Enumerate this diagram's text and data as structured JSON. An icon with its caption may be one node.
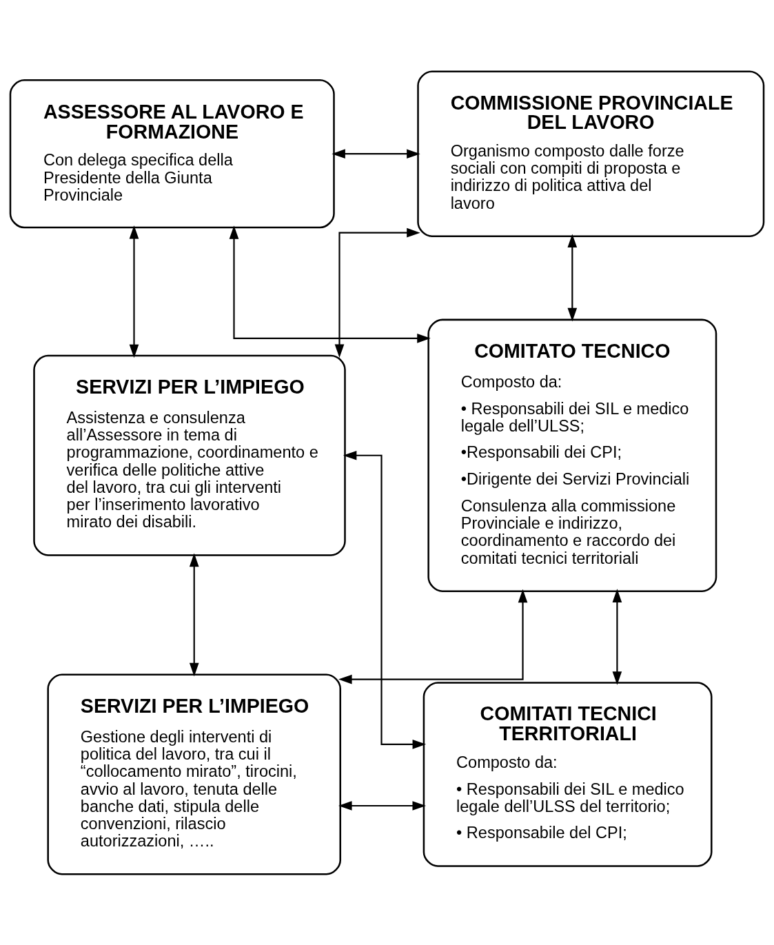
{
  "diagram": {
    "nodes": [
      {
        "text": [
          "ASSESSORE AL LAVORO E FORMAZIONE",
          "Con delega specifica della Presidente della Giunta Provinciale"
        ]
      },
      {
        "text": [
          "COMMISSIONE PROVINCIALE DEL LAVORO",
          "Organismo composto dalle forze sociali con compiti di proposta e indirizzo di politica attiva del lavoro"
        ]
      },
      {
        "text": [
          "SERVIZI PER L’IMPIEGO",
          "Assistenza e consulenza all’Assessore in tema di programmazione, coordinamento e verifica delle politiche attive del lavoro, tra cui gli interventi per l’inserimento lavorativo mirato dei disabili."
        ]
      },
      {
        "text": [
          "COMITATO TECNICO",
          "Composto da:",
          "• Responsabili dei SIL e medico legale dell’ULSS;",
          "•Responsabili dei CPI;",
          "•Dirigente dei Servizi Provinciali",
          "Consulenza alla commissione Provinciale e indirizzo, coordinamento e raccordo dei comitati tecnici territoriali"
        ]
      },
      {
        "text": [
          "SERVIZI PER L’IMPIEGO",
          "Gestione degli interventi di politica del lavoro, tra cui il “collocamento mirato”, tirocini, avvio al lavoro, tenuta delle banche dati, stipula delle convenzioni, rilascio autorizzazioni, ….."
        ]
      },
      {
        "text": [
          "COMITATI TECNICI TERRITORIALI",
          "Composto da:",
          "• Responsabili dei SIL e medico legale dell’ULSS del territorio;",
          "• Responsabile del CPI;"
        ]
      }
    ],
    "edges": [
      {
        "from": 0,
        "to": 1,
        "arrow": "both"
      },
      {
        "from": 0,
        "to": 2,
        "arrow": "both"
      },
      {
        "from": 0,
        "to": 3,
        "arrow": "both"
      },
      {
        "from": 1,
        "to": 2,
        "arrow": "both"
      },
      {
        "from": 1,
        "to": 3,
        "arrow": "both"
      },
      {
        "from": 4,
        "to": 5,
        "arrow": "both"
      },
      {
        "from": 2,
        "to": 4,
        "arrow": "both"
      },
      {
        "from": 3,
        "to": 4,
        "arrow": "both"
      },
      {
        "from": 2,
        "to": 5,
        "arrow": "both"
      },
      {
        "from": 3,
        "to": 5,
        "arrow": "both"
      }
    ]
  }
}
